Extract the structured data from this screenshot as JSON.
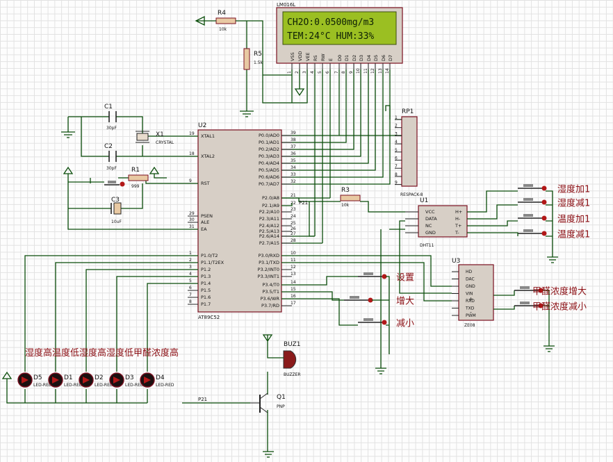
{
  "lcd": {
    "ref": "LM016L",
    "line1": "CH2O:0.0500mg/m3",
    "line2": "TEM:24°C HUM:33%",
    "pins": [
      "VSS",
      "VDD",
      "VEE",
      "RS",
      "RW",
      "E",
      "D0",
      "D1",
      "D2",
      "D3",
      "D4",
      "D5",
      "D6",
      "D7"
    ],
    "pin_numbers": [
      "1",
      "2",
      "3",
      "4",
      "5",
      "6",
      "7",
      "8",
      "9",
      "10",
      "11",
      "12",
      "13",
      "14"
    ]
  },
  "r4": {
    "ref": "R4",
    "value": "10k"
  },
  "r5": {
    "ref": "R5",
    "value": "1.5k"
  },
  "r1": {
    "ref": "R1",
    "value": "999"
  },
  "r3": {
    "ref": "R3",
    "value": "10k"
  },
  "c1": {
    "ref": "C1",
    "value": "30pF"
  },
  "c2": {
    "ref": "C2",
    "value": "30pF"
  },
  "c3": {
    "ref": "C3",
    "value": "10uF"
  },
  "x1": {
    "ref": "X1",
    "value": "CRYSTAL"
  },
  "u2": {
    "ref": "U2",
    "part": "AT89C52",
    "left_pins": [
      {
        "num": "19",
        "name": "XTAL1"
      },
      {
        "num": "18",
        "name": "XTAL2"
      },
      {
        "num": "9",
        "name": "RST"
      },
      {
        "num": "29",
        "name": "PSEN"
      },
      {
        "num": "30",
        "name": "ALE"
      },
      {
        "num": "31",
        "name": "EA"
      },
      {
        "num": "1",
        "name": "P1.0/T2"
      },
      {
        "num": "2",
        "name": "P1.1/T2EX"
      },
      {
        "num": "3",
        "name": "P1.2"
      },
      {
        "num": "4",
        "name": "P1.3"
      },
      {
        "num": "5",
        "name": "P1.4"
      },
      {
        "num": "6",
        "name": "P1.5"
      },
      {
        "num": "7",
        "name": "P1.6"
      },
      {
        "num": "8",
        "name": "P1.7"
      }
    ],
    "right_pins": [
      {
        "num": "39",
        "name": "P0.0/AD0"
      },
      {
        "num": "38",
        "name": "P0.1/AD1"
      },
      {
        "num": "37",
        "name": "P0.2/AD2"
      },
      {
        "num": "36",
        "name": "P0.3/AD3"
      },
      {
        "num": "35",
        "name": "P0.4/AD4"
      },
      {
        "num": "34",
        "name": "P0.5/AD5"
      },
      {
        "num": "33",
        "name": "P0.6/AD6"
      },
      {
        "num": "32",
        "name": "P0.7/AD7"
      },
      {
        "num": "21",
        "name": "P2.0/A8"
      },
      {
        "num": "22",
        "name": "P2.1/A9"
      },
      {
        "num": "23",
        "name": "P2.2/A10"
      },
      {
        "num": "24",
        "name": "P2.3/A11"
      },
      {
        "num": "25",
        "name": "P2.4/A12"
      },
      {
        "num": "26",
        "name": "P2.5/A13"
      },
      {
        "num": "27",
        "name": "P2.6/A14"
      },
      {
        "num": "28",
        "name": "P2.7/A15"
      },
      {
        "num": "10",
        "name": "P3.0/RXD"
      },
      {
        "num": "11",
        "name": "P3.1/TXD"
      },
      {
        "num": "12",
        "name": "P3.2/INT0"
      },
      {
        "num": "13",
        "name": "P3.3/INT1"
      },
      {
        "num": "14",
        "name": "P3.4/T0"
      },
      {
        "num": "15",
        "name": "P3.5/T1"
      },
      {
        "num": "16",
        "name": "P3.6/WR"
      },
      {
        "num": "17",
        "name": "P3.7/RD"
      }
    ]
  },
  "rp1": {
    "ref": "RP1",
    "part": "RESPACK-8",
    "pins": [
      "1",
      "2",
      "3",
      "4",
      "5",
      "6",
      "7",
      "8",
      "9"
    ]
  },
  "u1": {
    "ref": "U1",
    "part": "DHT11",
    "left": [
      "VCC",
      "DATA",
      "NC",
      "GND"
    ],
    "right": [
      "H+",
      "H-",
      "T+",
      "T-"
    ]
  },
  "u3": {
    "ref": "U3",
    "part": "ZE08",
    "left": [
      "HD",
      "DAC",
      "GND",
      "VIN",
      "RXD",
      "TXD",
      "PWM"
    ],
    "plus": "+",
    "minus": "-"
  },
  "net_p21": "P21",
  "net_p21b": "P21",
  "buttons_right": [
    "湿度加1",
    "湿度减1",
    "温度加1",
    "温度减1"
  ],
  "buttons_mid": [
    "设置",
    "增大",
    "减小"
  ],
  "buttons_ze": [
    "甲醛浓度增大",
    "甲醛浓度减小"
  ],
  "leds": [
    {
      "ref": "D5",
      "part": "LED-RED"
    },
    {
      "ref": "D1",
      "part": "LED-RED"
    },
    {
      "ref": "D2",
      "part": "LED-RED"
    },
    {
      "ref": "D3",
      "part": "LED-RED"
    },
    {
      "ref": "D4",
      "part": "LED-RED"
    }
  ],
  "led_caption": "湿度高温度低湿度高湿度低甲醛浓度高",
  "buz1": {
    "ref": "BUZ1",
    "part": "BUZZER"
  },
  "q1": {
    "ref": "Q1",
    "part": "PNP"
  }
}
